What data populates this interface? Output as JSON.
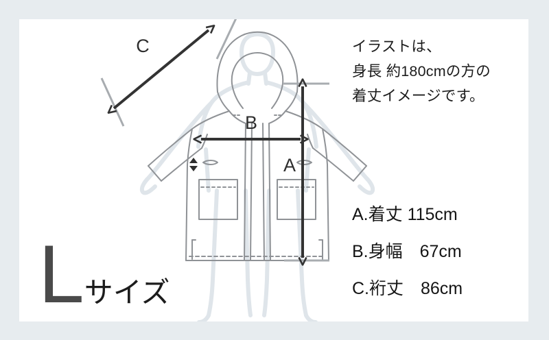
{
  "page": {
    "background_color": "#e7ecef",
    "canvas_color": "#ffffff"
  },
  "note": {
    "line1": "イラストは、",
    "line2": "身長 約180cmの方の",
    "line3": "着丈イメージです。"
  },
  "specs": {
    "rows": [
      {
        "key": "A.",
        "name": "着丈",
        "value": "115cm",
        "label": "A.着丈 115cm"
      },
      {
        "key": "B.",
        "name": "身幅",
        "value": "67cm",
        "label": "B.身幅　67cm"
      },
      {
        "key": "C.",
        "name": "裄丈",
        "value": "86cm",
        "label": "C.裄丈　86cm"
      }
    ]
  },
  "size": {
    "letter": "L",
    "word": "サイズ",
    "letter_color": "#4a4a4a",
    "word_color": "#1c1c1c"
  },
  "dimension_labels": {
    "a": "A",
    "b": "B",
    "c": "C"
  },
  "illustration": {
    "garment_name": "hooded-rain-coat",
    "person_silhouette_color": "#dfe5ea",
    "garment_outline_color": "#8f9296",
    "arrow_color": "#333333",
    "guide_line_color": "#a8acb0"
  }
}
